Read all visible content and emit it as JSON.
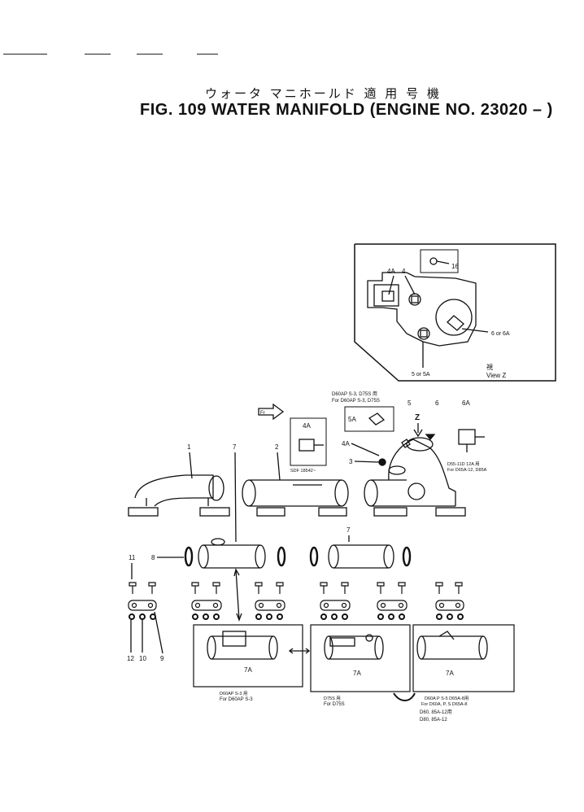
{
  "title": {
    "japanese": "ウォータ マニホールド  適 用 号 機",
    "english": "FIG. 109  WATER MANIFOLD (ENGINE NO. 23020 –  )"
  },
  "inset_view": {
    "label": "View Z",
    "jp_label": "視",
    "callouts": {
      "c4a": "4A",
      "c4": "4",
      "c16": "16",
      "c6or6a": "6 or 6A",
      "c5or5a": "5 or 5A"
    }
  },
  "applicability_notes": {
    "note_top_jp": "D60AP S-3, D75S 用",
    "note_top_en": "For D60AP S-3, D75S",
    "note_right_jp": "D55-11D 12A 用",
    "note_right_en": "For D65A-12, D85A",
    "note_sdf": "SDF 18542~",
    "note_7a_left_jp": "D60AP S-3 用",
    "note_7a_left_en": "For D60AP S-3",
    "note_7a_mid_jp": "D75S 用",
    "note_7a_mid_en": "For D75S",
    "note_7a_right_jp": "D60A P S-5  D65A-8用",
    "note_7a_right_en": "For D60A, P, S D65A-8",
    "note_7a_right_jp2": "D60, 85A-12用",
    "note_7a_right_en2": "D80, 85A-12"
  },
  "front_arrow_label": "Fr",
  "z_arrow_label": "Z",
  "part_callouts": {
    "p1": "1",
    "p2": "2",
    "p3": "3",
    "p4a": "4A",
    "p4a_box": "4A",
    "p5": "5",
    "p5a": "5A",
    "p6": "6",
    "p6a": "6A",
    "p7_left": "7",
    "p7_right": "7",
    "p8": "8",
    "p9": "9",
    "p10": "10",
    "p11": "11",
    "p12": "12",
    "p7a_left": "7A",
    "p7a_mid": "7A",
    "p7a_right": "7A"
  }
}
